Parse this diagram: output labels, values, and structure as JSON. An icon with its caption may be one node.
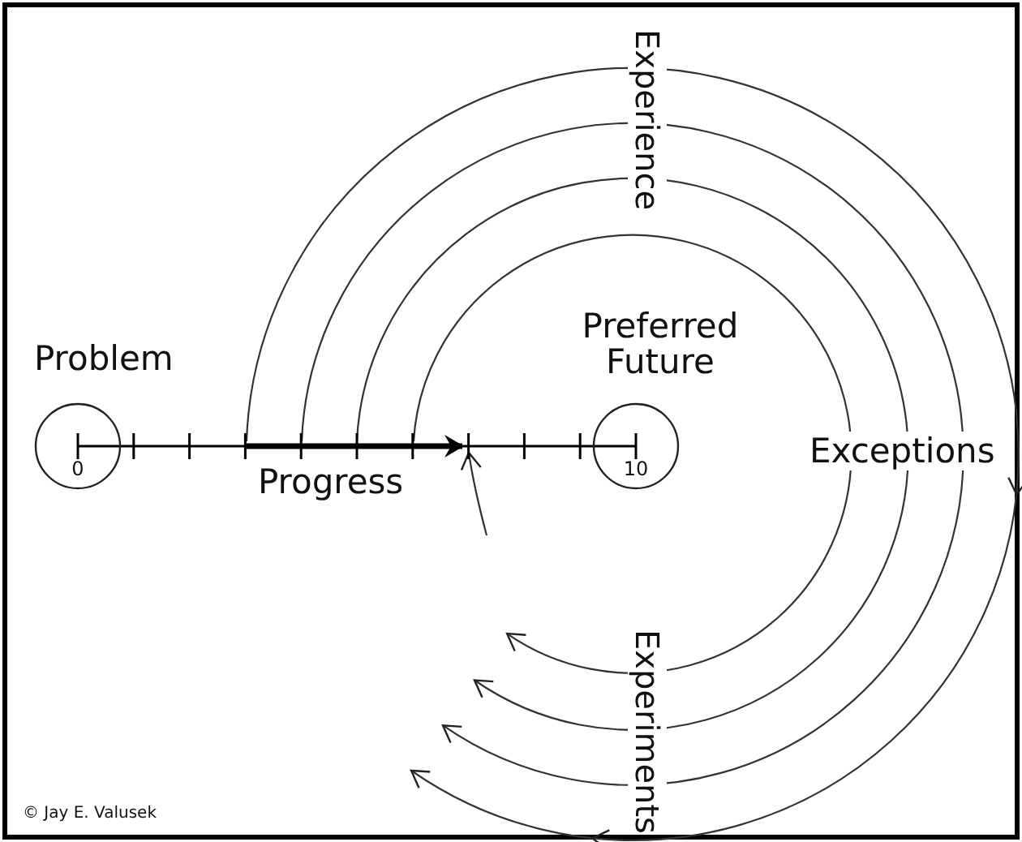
{
  "diagram": {
    "nodes": [
      {
        "text": [
          "0"
        ],
        "beside": [
          "Problem"
        ]
      },
      {
        "text": [
          "10"
        ],
        "beside": [
          "Preferred Future"
        ]
      }
    ],
    "edges": [
      {
        "from": 0,
        "to": 1,
        "arrow": "none"
      }
    ],
    "labels": [
      "Experience",
      "Progress",
      "Exceptions",
      "Experiments",
      "© Jay E. Valusek"
    ]
  }
}
